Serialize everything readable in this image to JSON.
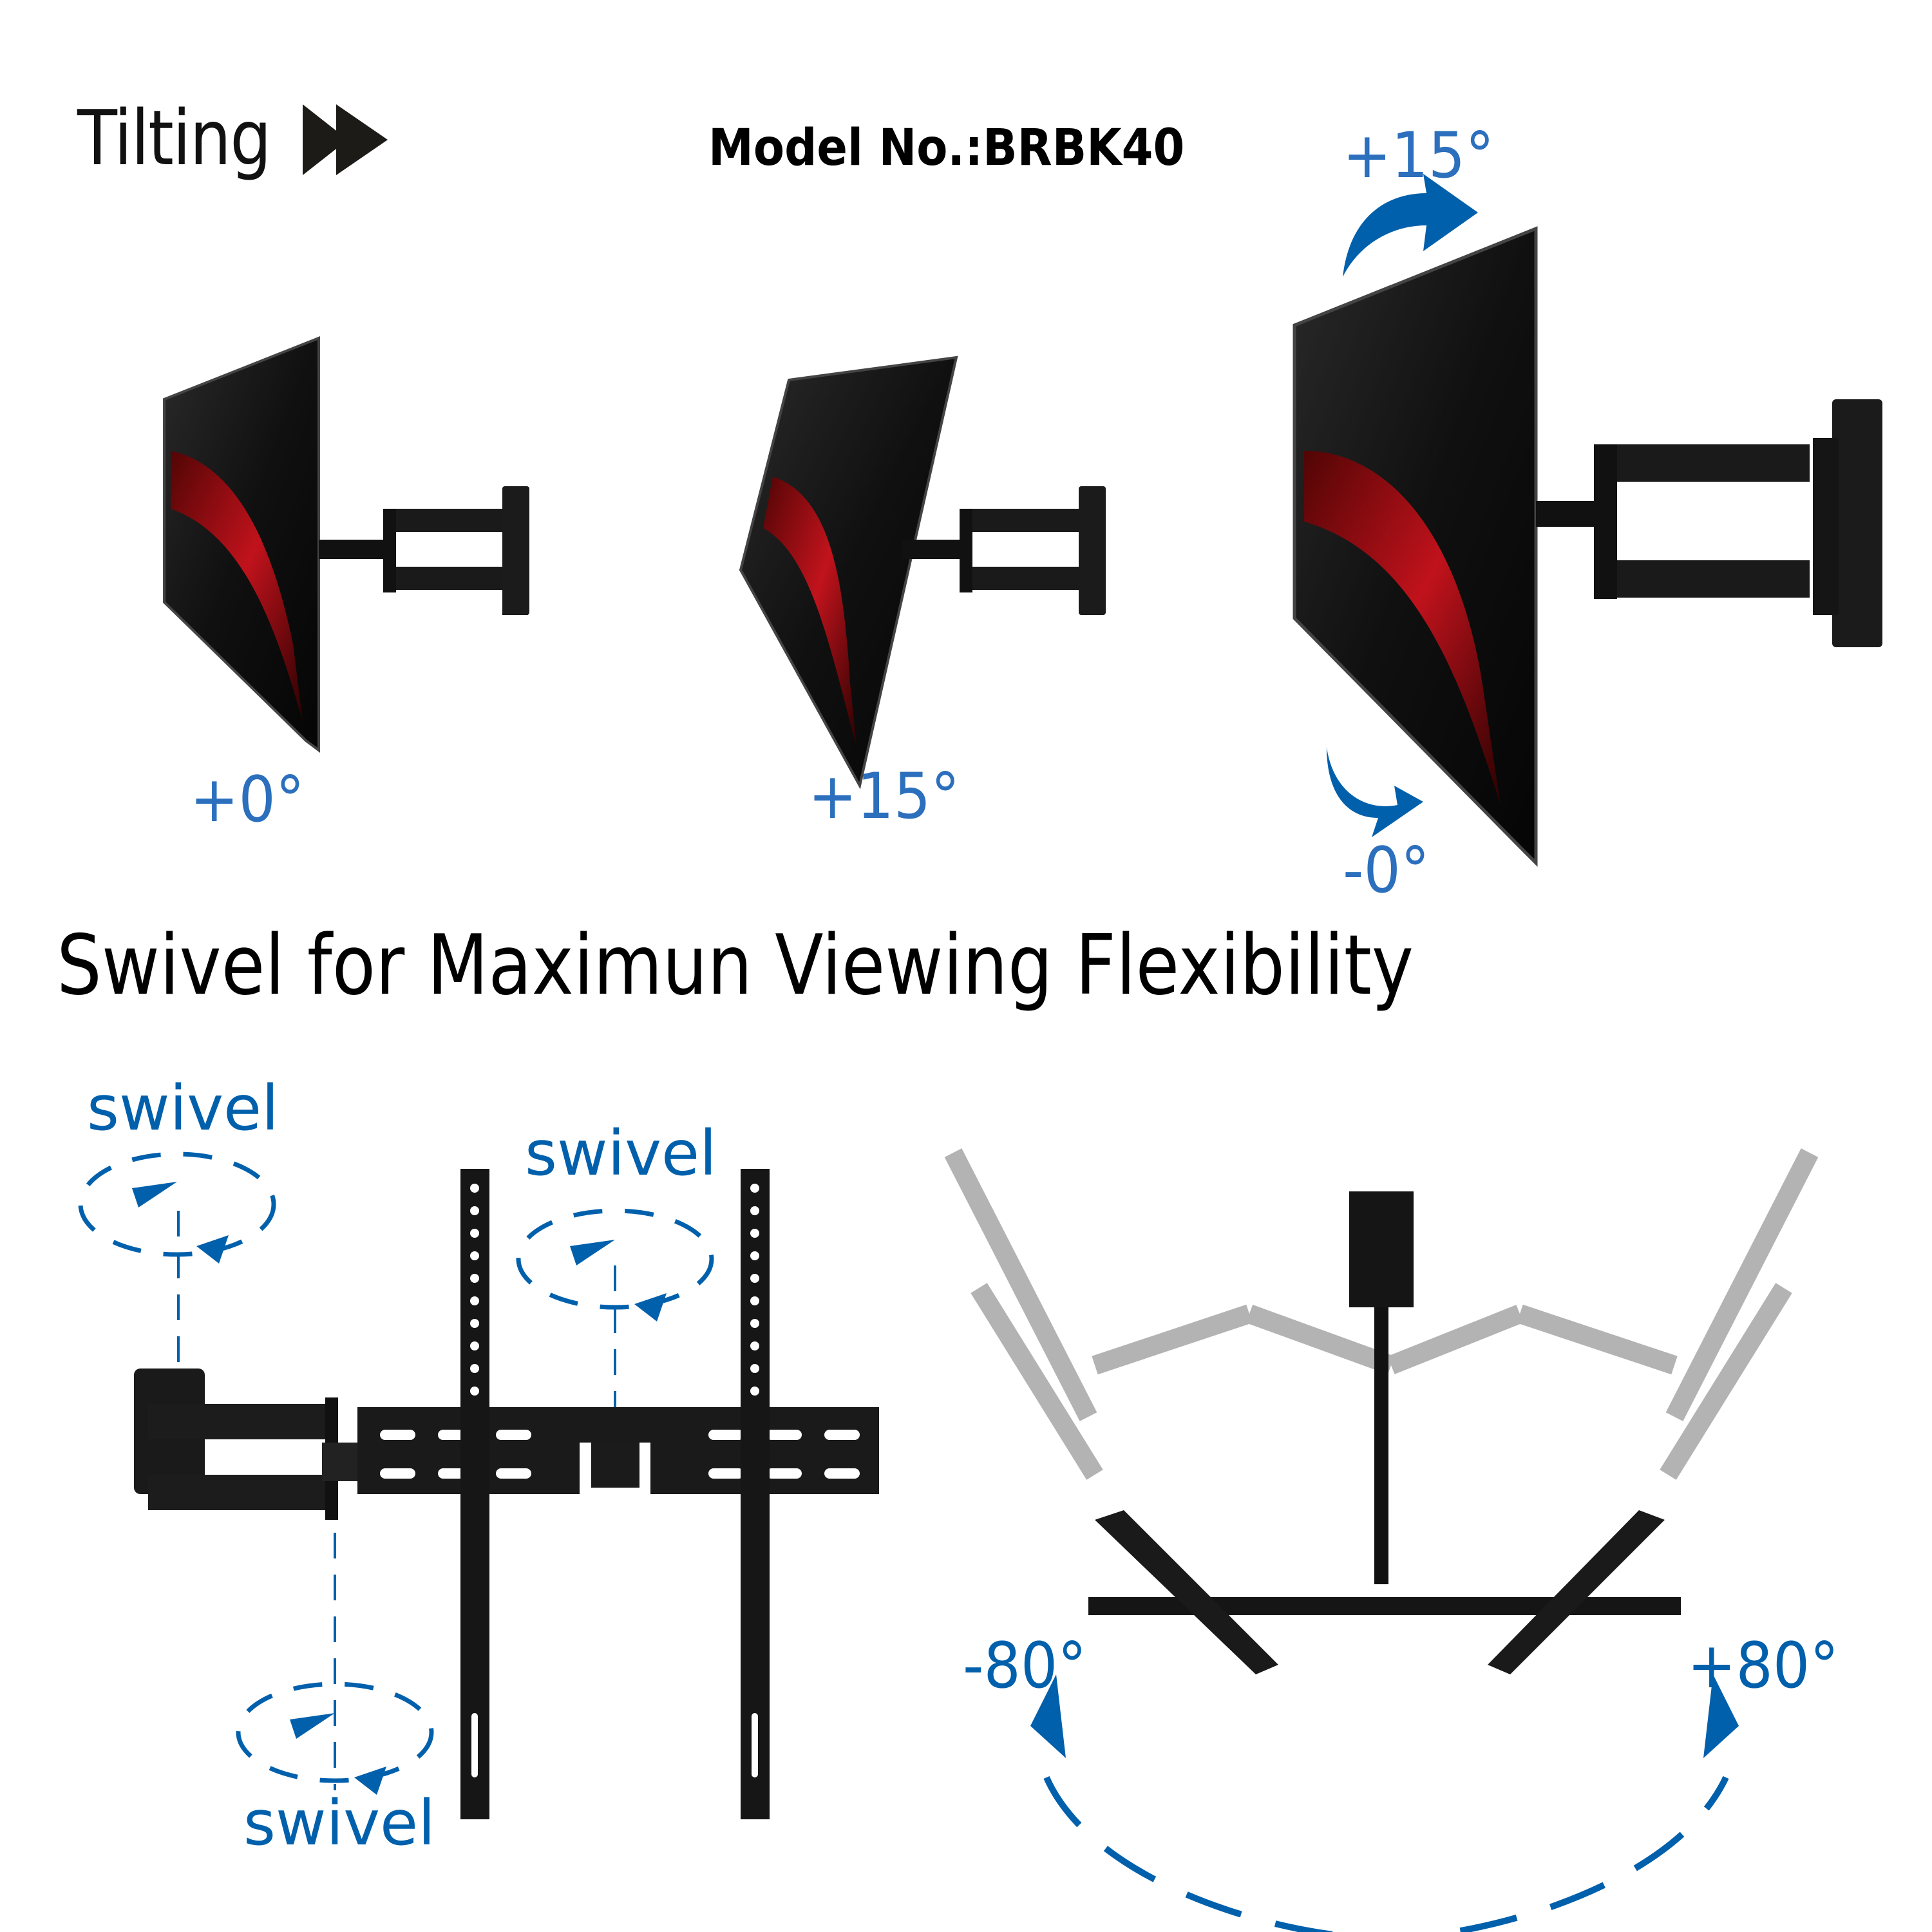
{
  "header": {
    "section_title": "Tilting",
    "model_label": "Model No.:BRBK40"
  },
  "tilt": {
    "positions": [
      {
        "label": "+0°"
      },
      {
        "label": "+15°"
      },
      {
        "label_top": "+15°",
        "label_bottom": "-0°"
      }
    ]
  },
  "swivel": {
    "heading": "Swivel for Maximun Viewing Flexibility",
    "joint_labels": [
      "swivel",
      "swivel",
      "swivel"
    ],
    "range_left": "-80°",
    "range_right": "+80°"
  },
  "colors": {
    "accent_blue": "#0060ac",
    "text_black": "#000000",
    "tv_red": "#c0111b",
    "bracket_black": "#1a1a1a",
    "ghost_gray": "#9a9a9a"
  },
  "icons": {
    "tilting_marker": "double-right-triangle",
    "tilt_arrows": "curved-arrow",
    "swivel_orbits": "dashed-ellipse-arrow",
    "range_arc": "dashed-arc"
  }
}
